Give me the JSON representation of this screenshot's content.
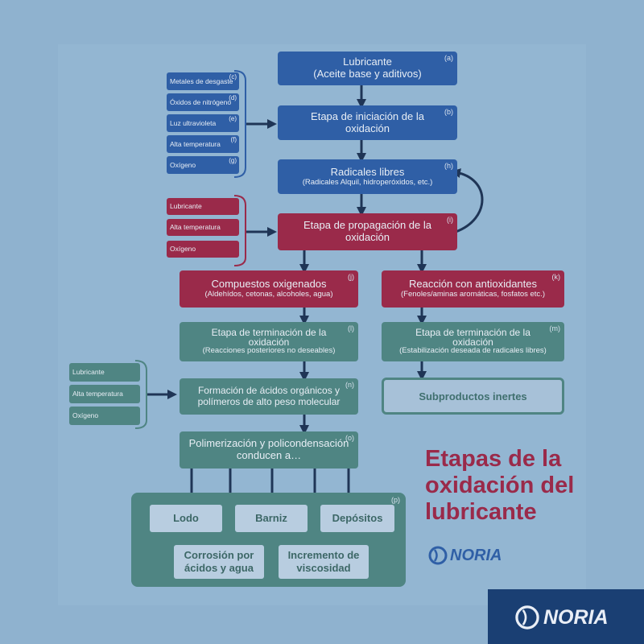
{
  "main_boxes": {
    "a": {
      "title": "Lubricante",
      "sub": "(Aceite base y aditivos)",
      "letter": "(a)"
    },
    "b": {
      "title": "Etapa de iniciación de la oxidación",
      "letter": "(b)"
    },
    "h": {
      "title": "Radicales libres",
      "sub": "(Radicales Alquil, hidroperóxidos, etc.)",
      "letter": "(h)"
    },
    "i": {
      "title": "Etapa de propagación de la oxidación",
      "letter": "(i)"
    },
    "j": {
      "title": "Compuestos oxigenados",
      "sub": "(Aldehídos, cetonas, alcoholes, agua)",
      "letter": "(j)"
    },
    "k": {
      "title": "Reacción con antioxidantes",
      "sub": "(Fenoles/aminas aromáticas, fosfatos etc.)",
      "letter": "(k)"
    },
    "l": {
      "title": "Etapa de terminación de la oxidación",
      "sub": "(Reacciones posteriores no deseables)",
      "letter": "(l)"
    },
    "m": {
      "title": "Etapa de terminación de la oxidación",
      "sub": "(Estabilización deseada de radicales libres)",
      "letter": "(m)"
    },
    "n": {
      "title": "Formación de ácidos orgánicos y polímeros de alto peso molecular",
      "letter": "(n)"
    },
    "inertes": {
      "title": "Subproductos inertes"
    },
    "o": {
      "title": "Polimerización y policondensación conducen a…",
      "letter": "(o)"
    }
  },
  "initiators": [
    {
      "label": "Metales de desgaste",
      "letter": "(c)"
    },
    {
      "label": "Óxidos de nitrógeno",
      "letter": "(d)"
    },
    {
      "label": "Luz ultravioleta",
      "letter": "(e)"
    },
    {
      "label": "Alta temperatura",
      "letter": "(f)"
    },
    {
      "label": "Oxígeno",
      "letter": "(g)"
    }
  ],
  "propagators": [
    {
      "label": "Lubricante"
    },
    {
      "label": "Alta temperatura"
    },
    {
      "label": "Oxígeno"
    }
  ],
  "acid_factors": [
    {
      "label": "Lubricante"
    },
    {
      "label": "Alta temperatura"
    },
    {
      "label": "Oxígeno"
    }
  ],
  "products": {
    "letter": "(p)",
    "items": [
      "Lodo",
      "Barniz",
      "Depósitos",
      "Corrosión por ácidos y agua",
      "Incremento de viscosidad"
    ]
  },
  "heading": "Etapas de la oxidación del lubricante",
  "brand": "NORIA",
  "colors": {
    "blue": "#2f5fa6",
    "red": "#9a2a4a",
    "teal": "#4f8583",
    "navy": "#1a3f73"
  }
}
